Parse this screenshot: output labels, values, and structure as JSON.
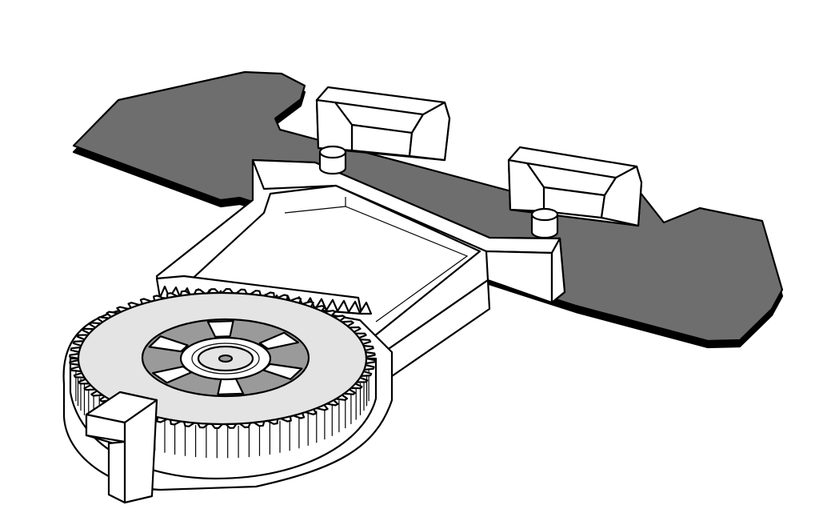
{
  "diagram": {
    "subject": "",
    "components": [
      {
        "id": "carrier-plate",
        "kind": "flat plate with two angled wings"
      },
      {
        "id": "mounting-clip-left",
        "kind": "u-shaped clip"
      },
      {
        "id": "mounting-clip-right",
        "kind": "u-shaped clip"
      },
      {
        "id": "locating-pin-left",
        "kind": "cylindrical pin"
      },
      {
        "id": "locating-pin-right",
        "kind": "cylindrical pin"
      },
      {
        "id": "frame-arm",
        "kind": "open rectangular frame"
      },
      {
        "id": "toothed-rack",
        "kind": "gear rack"
      },
      {
        "id": "spur-gear",
        "kind": "gear wheel with hub and spokes"
      },
      {
        "id": "base-housing",
        "kind": "rounded base"
      },
      {
        "id": "stop-block",
        "kind": "rectangular block"
      }
    ],
    "style": "isometric line drawing"
  },
  "colors": {
    "plate": "#6e6e6e",
    "plate_shadow": "#000000",
    "part": "#ffffff",
    "gear_face": "#e4e4e4",
    "hub_ring": "#9a9a9a",
    "line": "#000000",
    "background": "#ffffff"
  }
}
